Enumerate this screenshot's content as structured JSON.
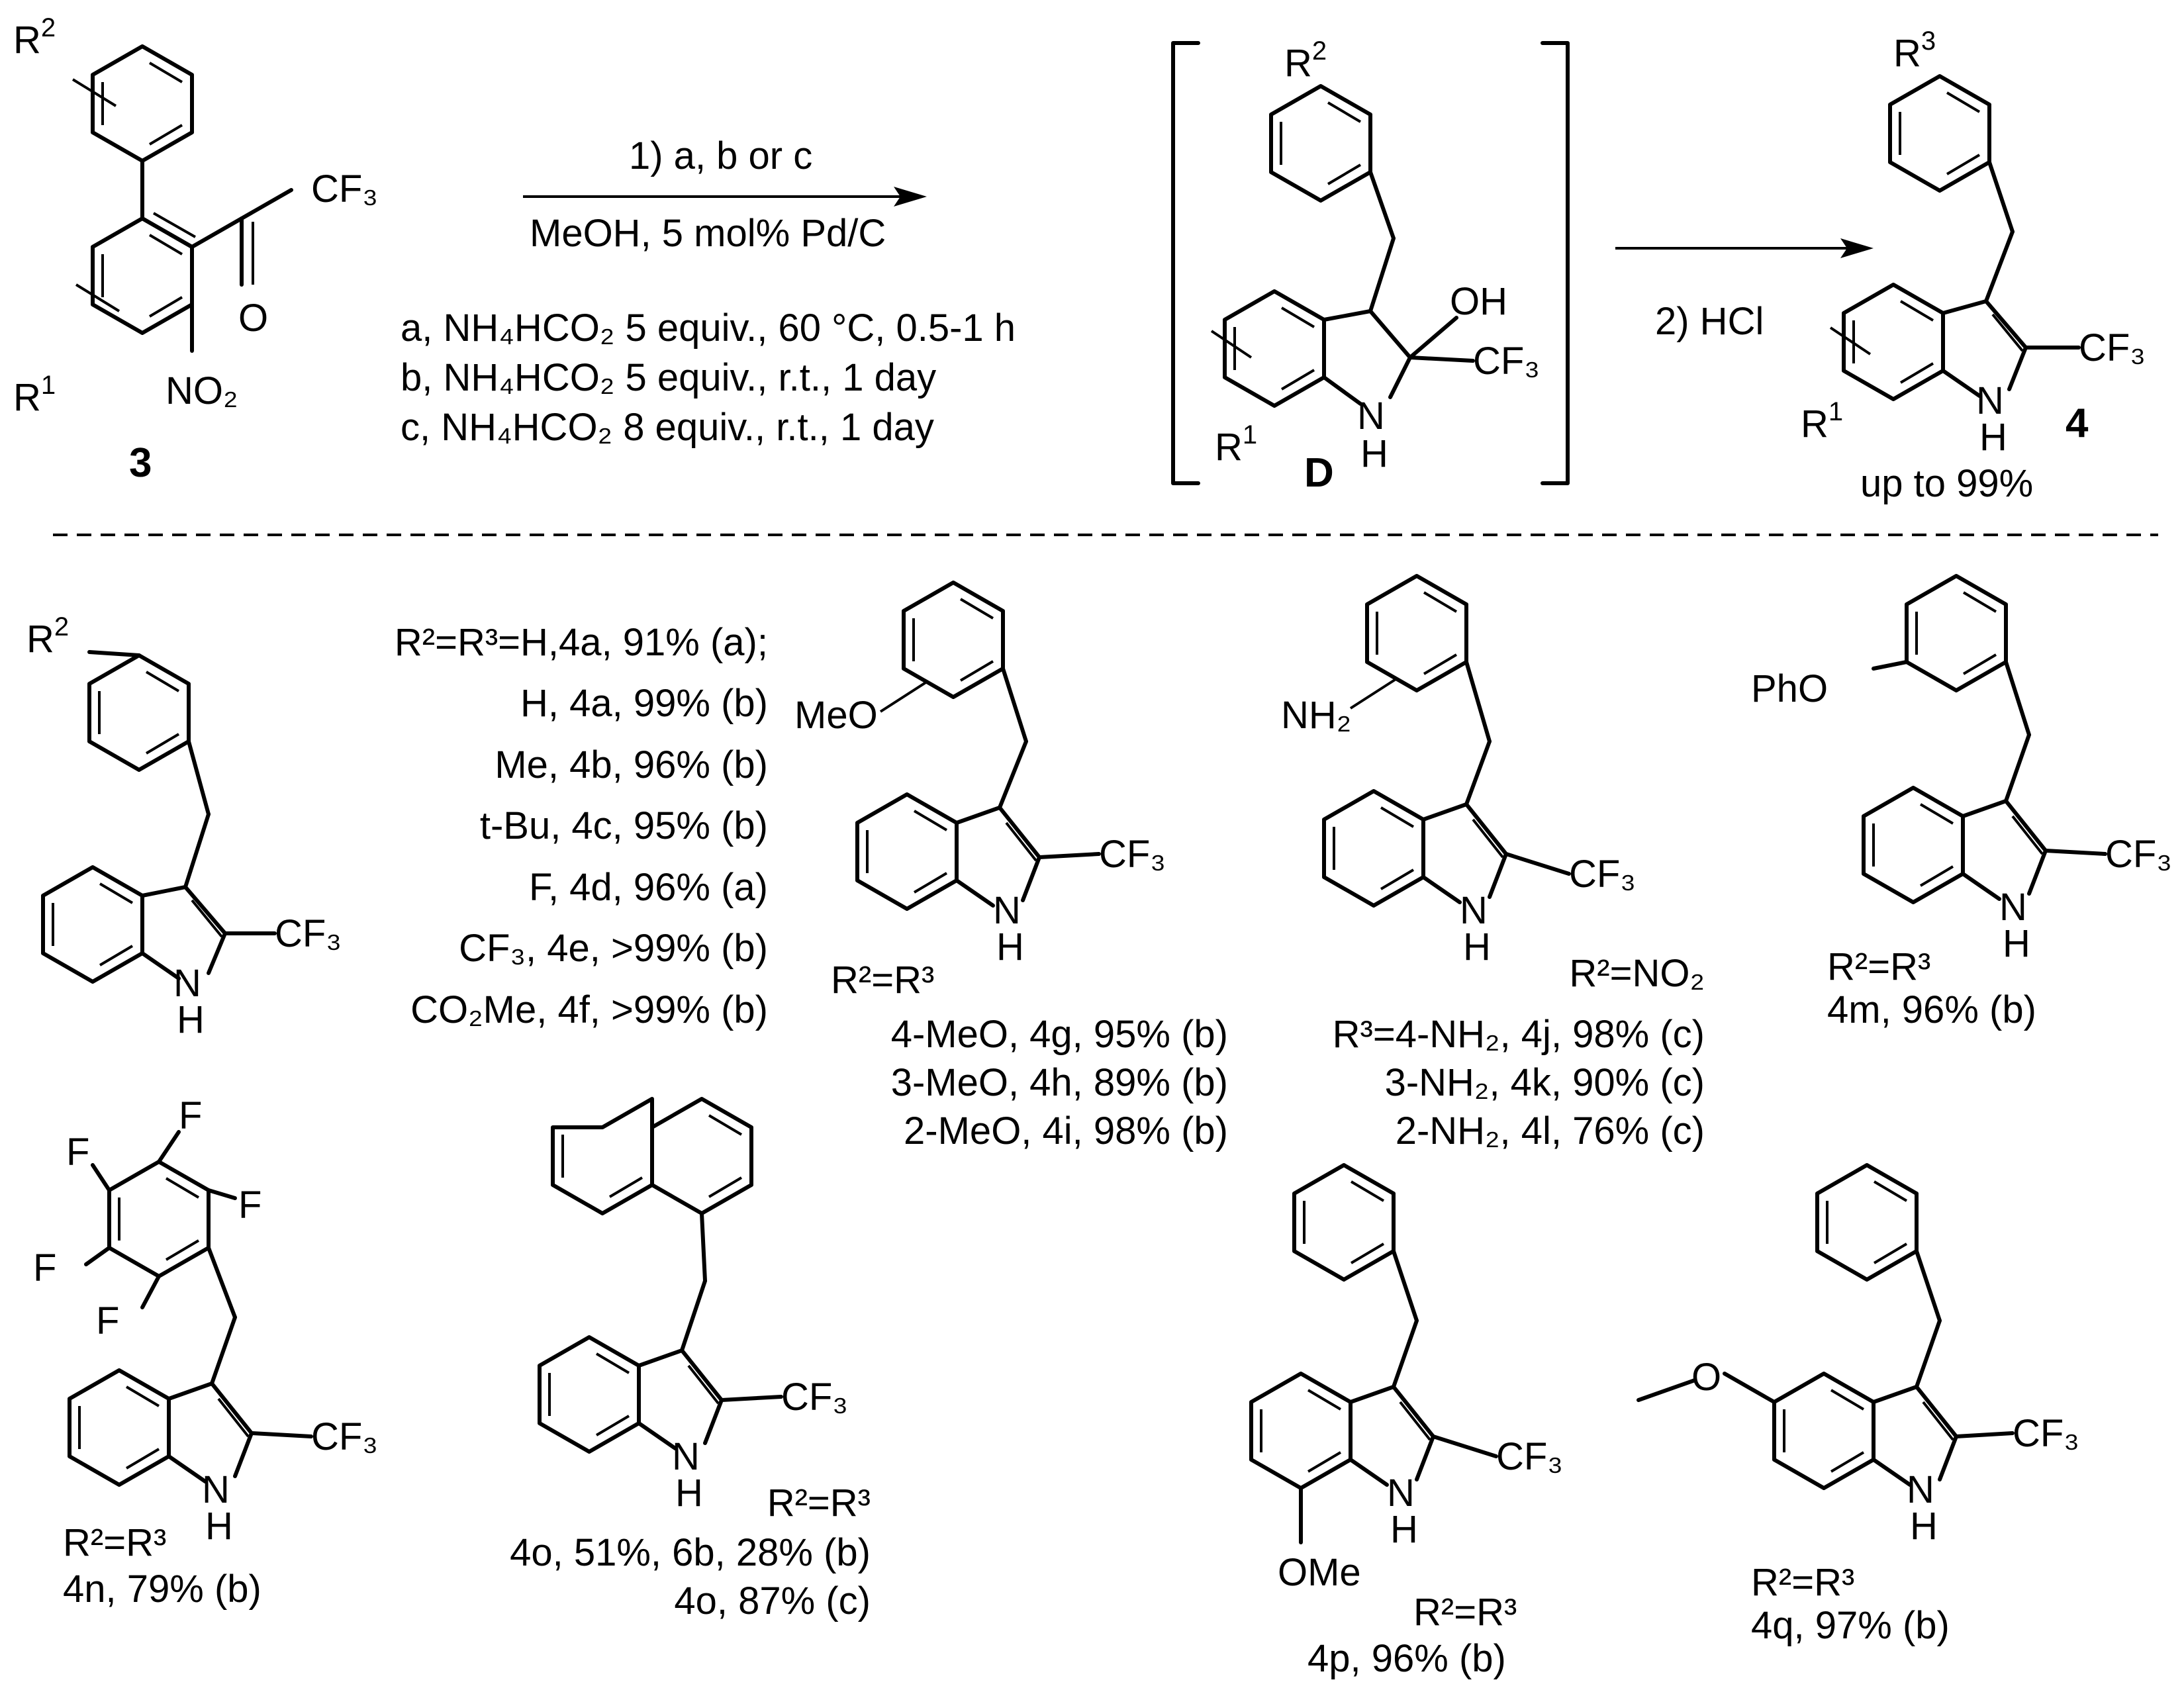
{
  "reaction": {
    "step1": "1) a, b or c",
    "solvent_catalyst": "MeOH, 5 mol% Pd/C",
    "cond_a": "a, NH₄HCO₂ 5 equiv.,  60 °C, 0.5-1 h",
    "cond_b": "b, NH₄HCO₂ 5 equiv., r.t., 1 day",
    "cond_c": "c, NH₄HCO₂ 8 equiv., r.t., 1 day",
    "step2": "2) HCl",
    "sm_label": "3",
    "intermediate_label": "D",
    "product_label": "4",
    "product_yield": "up to 99%"
  },
  "series_4a_f": {
    "header": "R²=R³=H,4a, 91% (a);",
    "rows": [
      "H, 4a, 99% (b)",
      "Me, 4b, 96% (b)",
      "t-Bu, 4c, 95% (b)",
      "F, 4d, 96% (a)",
      "CF₃, 4e,  >99% (b)",
      "CO₂Me, 4f,  >99% (b)"
    ]
  },
  "series_4g_i": {
    "substituent": "MeO",
    "cond": "R²=R³",
    "rows": [
      "4-MeO, 4g, 95% (b)",
      "3-MeO, 4h, 89% (b)",
      "2-MeO, 4i, 98% (b)"
    ]
  },
  "series_4j_l": {
    "substituent": "NH₂",
    "cond": "R²=NO₂",
    "rows": [
      "R³=4-NH₂, 4j, 98% (c)",
      "3-NH₂, 4k, 90% (c)",
      "2-NH₂, 4l, 76% (c)"
    ]
  },
  "compound_4m": {
    "substituent": "PhO",
    "cond": "R²=R³",
    "result": "4m, 96% (b)"
  },
  "compound_4n": {
    "cond": "R²=R³",
    "result": "4n, 79% (b)"
  },
  "compound_4o": {
    "cond": "R²=R³",
    "result1": "4o, 51%, 6b, 28% (b)",
    "result2": "4o, 87% (c)"
  },
  "compound_4p": {
    "substituent": "OMe",
    "cond": "R²=R³",
    "result": "4p, 96% (b)"
  },
  "compound_4q": {
    "cond": "R²=R³",
    "result": "4q, 97% (b)"
  },
  "atoms": {
    "cf3": "CF₃",
    "nh": "N",
    "h": "H",
    "oh": "OH",
    "o": "O",
    "no2": "NO₂",
    "f": "F"
  }
}
